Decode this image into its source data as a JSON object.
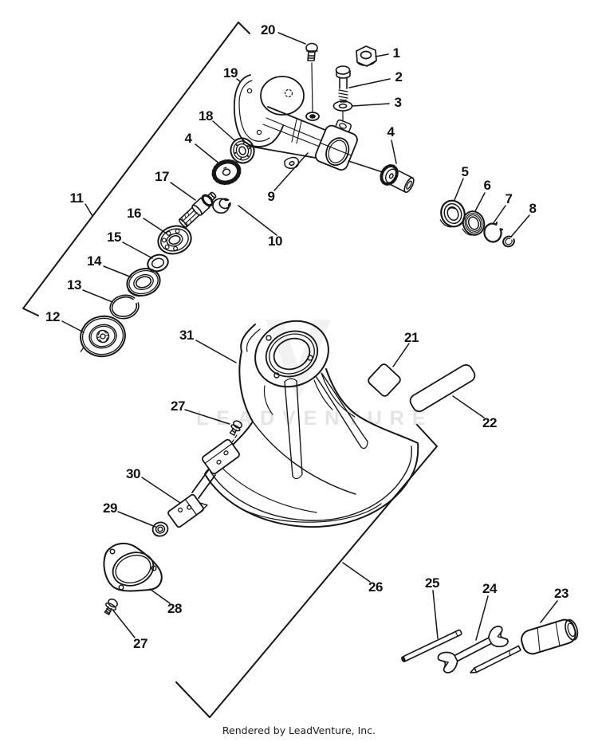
{
  "page": {
    "background": "#ffffff",
    "ink": "#161616"
  },
  "watermark": {
    "text": "LEADVENTURE",
    "color": "#e4e4e4"
  },
  "footer": {
    "text": "Rendered by LeadVenture, Inc."
  },
  "callouts": {
    "n1": "1",
    "n2": "2",
    "n3": "3",
    "n4": "4",
    "n5": "5",
    "n6": "6",
    "n7": "7",
    "n8": "8",
    "n9": "9",
    "n10": "10",
    "n11": "11",
    "n12": "12",
    "n13": "13",
    "n14": "14",
    "n15": "15",
    "n16": "16",
    "n17": "17",
    "n18": "18",
    "n19": "19",
    "n20": "20",
    "n21": "21",
    "n22": "22",
    "n23": "23",
    "n24": "24",
    "n25": "25",
    "n26": "26",
    "n27": "27",
    "n28": "28",
    "n29": "29",
    "n30": "30",
    "n31": "31"
  }
}
